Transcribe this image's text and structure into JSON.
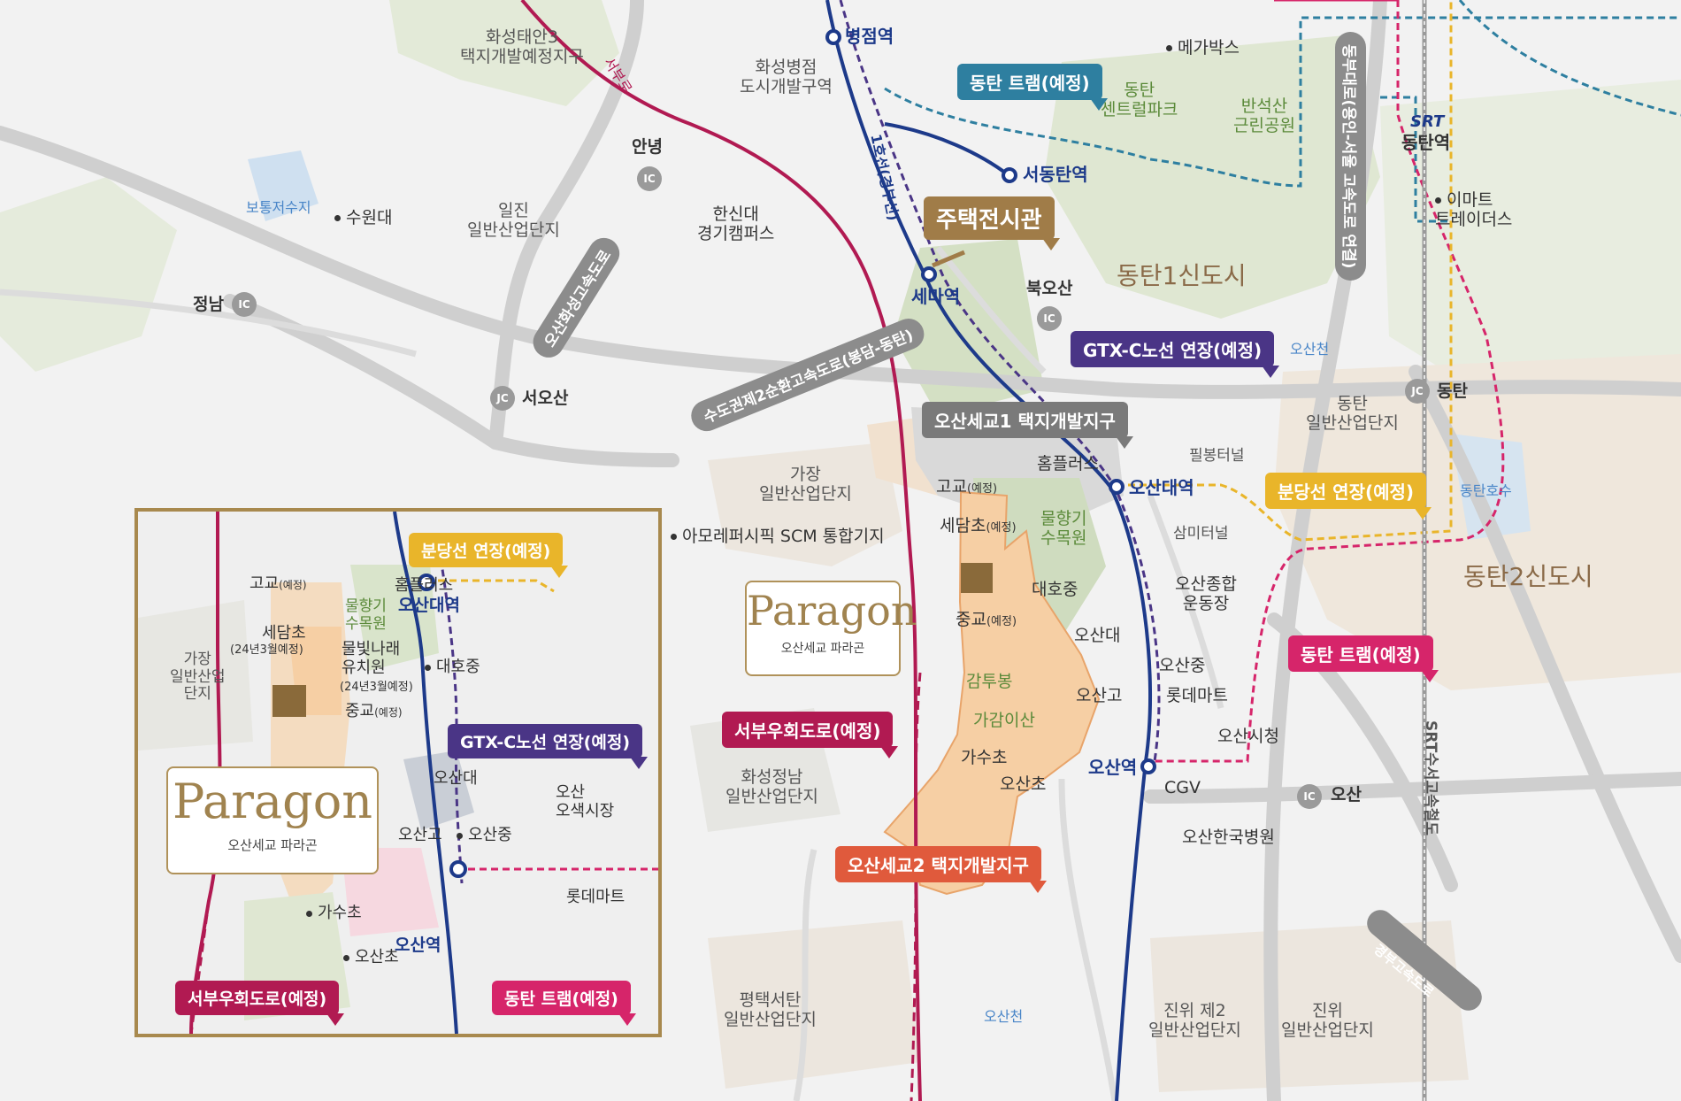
{
  "cities": {
    "dongtan1": "동탄1신도시",
    "dongtan2": "동탄2신도시"
  },
  "stations": {
    "byeongjeom": "병점역",
    "seodongtan": "서동탄역",
    "sema": "세마역",
    "osandae": "오산대역",
    "osan": "오산역",
    "srt_dongtan": "동탄역",
    "srt_logo": "SRT"
  },
  "ic": {
    "annyeong": "안녕",
    "jeongnam": "정남",
    "seoosan": "서오산",
    "bukosan": "북오산",
    "dongtan": "동탄",
    "osan": "오산",
    "ic_label": "IC",
    "jc_label": "JC"
  },
  "callouts": {
    "dongtan_tram": "동탄 트램(예정)",
    "house": "주택전시관",
    "gtx": "GTX-C노선 연장(예정)",
    "osan1": "오산세교1 택지개발지구",
    "bundang": "분당선 연장(예정)",
    "tram2": "동탄 트램(예정)",
    "seobu": "서부우회도로(예정)",
    "osan2": "오산세교2 택지개발지구"
  },
  "roads": {
    "sudogwon": "수도권제2순환고속도로(봉담-동탄)",
    "osan_hwaseong": "오산화성고속도로",
    "dongbu": "동부대로(용인-서울 고속도로 연결)",
    "gyeongbu": "경부고속도로",
    "srt": "SRT수서고속철도",
    "seobu_road": "서부로",
    "line1": "1호선(경부선)"
  },
  "places": {
    "hwaseong_taean": "화성태안3\n택지개발예정지구",
    "hwaseong_byeongjeom": "화성병점\n도시개발구역",
    "megabox": "메가박스",
    "dongtan_central": "동탄\n센트럴파크",
    "bansuksan": "반석산\n근린공원",
    "emart": "이마트\n트레이더스",
    "botong": "보통저수지",
    "suwondae": "수원대",
    "iljin": "일진\n일반산업단지",
    "hanshin": "한신대\n경기캠퍼스",
    "osancheon_top": "오산천",
    "dongtan_ind": "동탄\n일반산업단지",
    "pilbong": "필봉터널",
    "homeplus": "홈플러스",
    "gajang": "가장\n일반산업단지",
    "amore": "아모레퍼시픽 SCM 통합기지",
    "gogyo": "고교",
    "gogyo_note": "(예정)",
    "sedamcho": "세담초",
    "sedamcho_note": "(예정)",
    "mulhyanggi": "물향기\n수목원",
    "samitunnel": "삼미터널",
    "dongtan_lake": "동탄호수",
    "daehojung": "대호중",
    "osan_sports": "오산종합\n운동장",
    "junggyo": "중교",
    "junggyo_note": "(예정)",
    "osandae": "오산대",
    "osanjung": "오산중",
    "gamtubong": "감투봉",
    "osango": "오산고",
    "lottemart": "롯데마트",
    "gagamisan": "가감이산",
    "osan_cityhall": "오산시청",
    "gasucho": "가수초",
    "osancho": "오산초",
    "cgv": "CGV",
    "hwaseong_jeongnam": "화성정남\n일반산업단지",
    "osan_hospital": "오산한국병원",
    "pyeongtaek": "평택서탄\n일반산업단지",
    "osancheon_bottom": "오산천",
    "jinwi2": "진위 제2\n일반산업단지",
    "jinwi": "진위\n일반산업단지"
  },
  "paragon": {
    "brand": "Paragon",
    "sub": "오산세교 파라곤"
  },
  "inset": {
    "bundang": "분당선 연장(예정)",
    "homeplus": "홈플러스",
    "osandae_station": "오산대역",
    "gogyo": "고교",
    "gogyo_note": "(예정)",
    "mulhyanggi": "물향기\n수목원",
    "sedamcho": "세담초",
    "sedamcho_note": "(24년3월예정)",
    "mulbit": "물빛나래\n유치원",
    "mulbit_note": "(24년3월예정)",
    "daehojung": "대호중",
    "gajang": "가장\n일반산업\n단지",
    "junggyo": "중교",
    "junggyo_note": "(예정)",
    "gtx": "GTX-C노선 연장(예정)",
    "osandae": "오산대",
    "osan_market": "오산\n오색시장",
    "osango": "오산고",
    "osanjung": "오산중",
    "lottemart": "롯데마트",
    "gasucho": "가수초",
    "osancho": "오산초",
    "osan_station": "오산역",
    "seobu": "서부우회도로(예정)",
    "tram": "동탄 트램(예정)",
    "paragon_brand": "Paragon",
    "paragon_sub": "오산세교 파라곤"
  },
  "colors": {
    "line1": "#1d3a8a",
    "gtx": "#4a3586",
    "tram": "#d6256a",
    "bundang": "#e9b52a",
    "dongtan_tram": "#2e7fa0",
    "seobu": "#b11a52",
    "osan2_fill": "#f6cfa4",
    "inset_border": "#a8894e"
  }
}
